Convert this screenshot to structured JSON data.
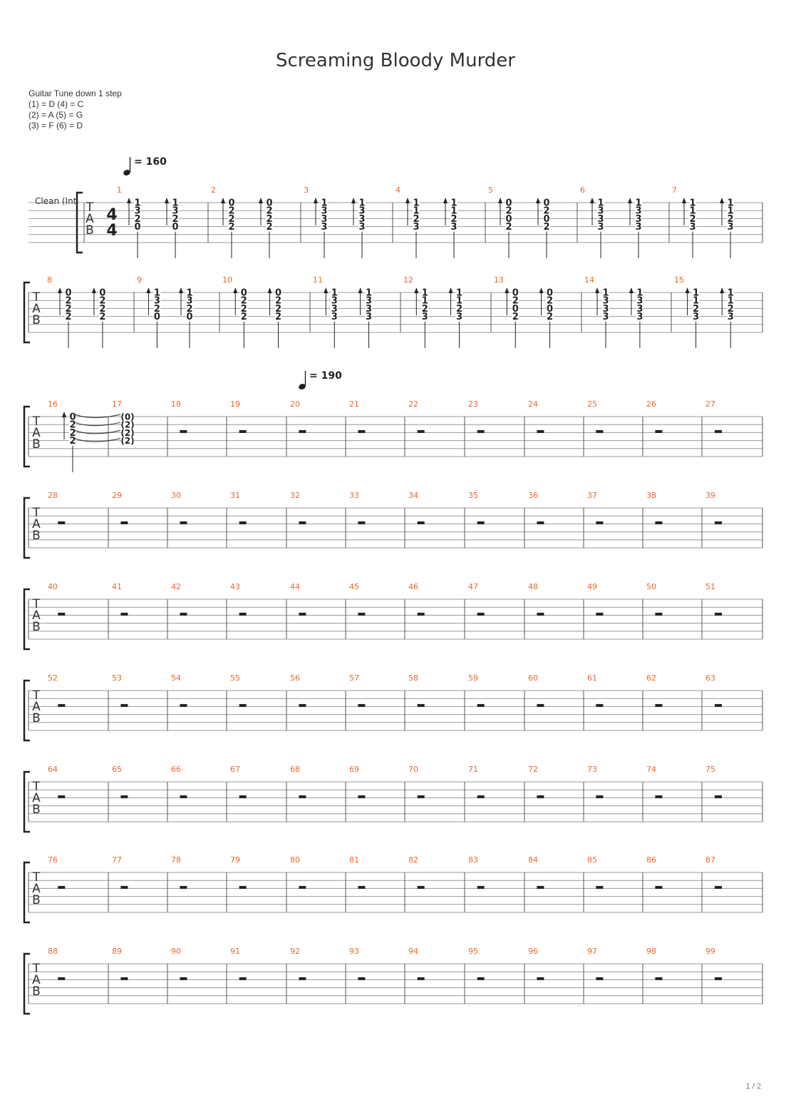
{
  "title": "Screaming Bloody Murder",
  "tuning": {
    "heading": "Guitar Tune down 1 step",
    "lines": [
      "(1) = D (4) = C",
      "(2) = A (5) = G",
      "(3) = F (6) = D"
    ]
  },
  "track_name": "Clean (Int",
  "time_signature": {
    "top": "4",
    "bottom": "4"
  },
  "tab_clef": [
    "T",
    "A",
    "B"
  ],
  "tempos": [
    {
      "bpm": "= 160",
      "at_measure": 1
    },
    {
      "bpm": "= 190",
      "at_measure": 20
    }
  ],
  "systems": [
    {
      "measures": [
        {
          "number": "1",
          "chords": [
            [
              "1",
              "3",
              "2",
              "0"
            ],
            [
              "1",
              "3",
              "2",
              "0"
            ]
          ]
        },
        {
          "number": "2",
          "chords": [
            [
              "0",
              "2",
              "2",
              "2"
            ],
            [
              "0",
              "2",
              "2",
              "2"
            ]
          ]
        },
        {
          "number": "3",
          "chords": [
            [
              "1",
              "3",
              "3",
              "3"
            ],
            [
              "1",
              "3",
              "3",
              "3"
            ]
          ]
        },
        {
          "number": "4",
          "chords": [
            [
              "1",
              "1",
              "2",
              "3"
            ],
            [
              "1",
              "1",
              "2",
              "3"
            ]
          ]
        },
        {
          "number": "5",
          "chords": [
            [
              "0",
              "2",
              "0",
              "2"
            ],
            [
              "0",
              "2",
              "0",
              "2"
            ]
          ]
        },
        {
          "number": "6",
          "chords": [
            [
              "1",
              "3",
              "3",
              "3"
            ],
            [
              "1",
              "3",
              "3",
              "3"
            ]
          ]
        },
        {
          "number": "7",
          "chords": [
            [
              "1",
              "1",
              "2",
              "3"
            ],
            [
              "1",
              "1",
              "2",
              "3"
            ]
          ]
        }
      ]
    },
    {
      "measures": [
        {
          "number": "8",
          "chords": [
            [
              "0",
              "2",
              "2",
              "2"
            ],
            [
              "0",
              "2",
              "2",
              "2"
            ]
          ]
        },
        {
          "number": "9",
          "chords": [
            [
              "1",
              "3",
              "2",
              "0"
            ],
            [
              "1",
              "3",
              "2",
              "0"
            ]
          ]
        },
        {
          "number": "10",
          "chords": [
            [
              "0",
              "2",
              "2",
              "2"
            ],
            [
              "0",
              "2",
              "2",
              "2"
            ]
          ]
        },
        {
          "number": "11",
          "chords": [
            [
              "1",
              "3",
              "3",
              "3"
            ],
            [
              "1",
              "3",
              "3",
              "3"
            ]
          ]
        },
        {
          "number": "12",
          "chords": [
            [
              "1",
              "1",
              "2",
              "3"
            ],
            [
              "1",
              "1",
              "2",
              "3"
            ]
          ]
        },
        {
          "number": "13",
          "chords": [
            [
              "0",
              "2",
              "0",
              "2"
            ],
            [
              "0",
              "2",
              "0",
              "2"
            ]
          ]
        },
        {
          "number": "14",
          "chords": [
            [
              "1",
              "3",
              "3",
              "3"
            ],
            [
              "1",
              "3",
              "3",
              "3"
            ]
          ]
        },
        {
          "number": "15",
          "chords": [
            [
              "1",
              "1",
              "2",
              "3"
            ],
            [
              "1",
              "1",
              "2",
              "3"
            ]
          ]
        }
      ]
    },
    {
      "measures": [
        {
          "number": "16",
          "chords": [
            [
              "0",
              "2",
              "2",
              "2"
            ]
          ]
        },
        {
          "number": "17",
          "tied": [
            "(0)",
            "(2)",
            "(2)",
            "(2)"
          ]
        },
        {
          "number": "18",
          "rest": true
        },
        {
          "number": "19",
          "rest": true
        },
        {
          "number": "20",
          "rest": true
        },
        {
          "number": "21",
          "rest": true
        },
        {
          "number": "22",
          "rest": true
        },
        {
          "number": "23",
          "rest": true
        },
        {
          "number": "24",
          "rest": true
        },
        {
          "number": "25",
          "rest": true
        },
        {
          "number": "26",
          "rest": true
        },
        {
          "number": "27",
          "rest": true
        }
      ]
    },
    {
      "rest_range": [
        "28",
        "39"
      ]
    },
    {
      "rest_range": [
        "40",
        "51"
      ]
    },
    {
      "rest_range": [
        "52",
        "63"
      ]
    },
    {
      "rest_range": [
        "64",
        "75"
      ]
    },
    {
      "rest_range": [
        "76",
        "87"
      ]
    },
    {
      "rest_range": [
        "88",
        "99"
      ]
    }
  ],
  "page_number": "1 / 2",
  "colors": {
    "measure_number": "#e8692c",
    "staff_line": "#999999",
    "text": "#222222"
  }
}
